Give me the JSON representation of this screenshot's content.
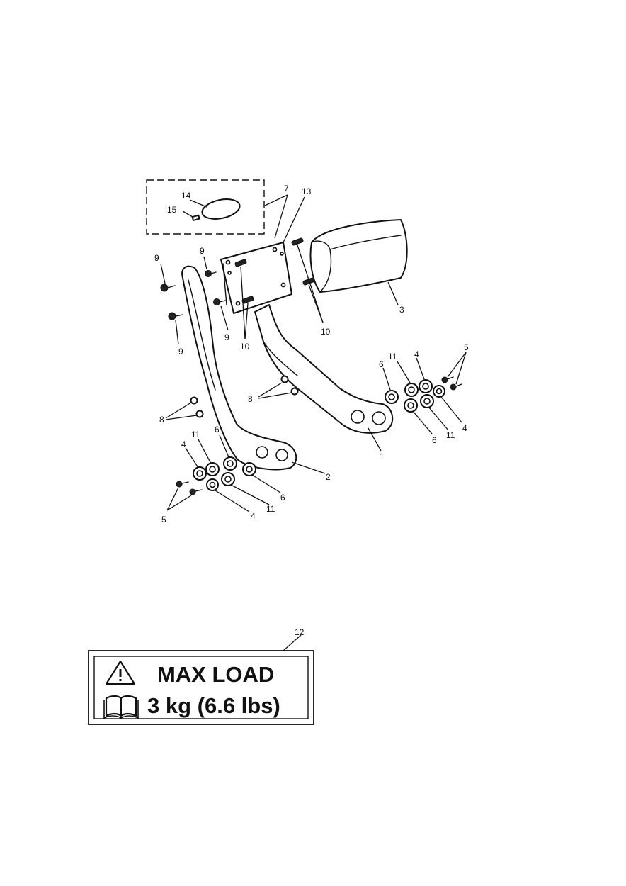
{
  "callouts": {
    "c1": "1",
    "c2": "2",
    "c3": "3",
    "c4a": "4",
    "c4b": "4",
    "c4c": "4",
    "c4d": "4",
    "c5a": "5",
    "c5b": "5",
    "c6a": "6",
    "c6b": "6",
    "c6c": "6",
    "c6d": "6",
    "c7": "7",
    "c8a": "8",
    "c8b": "8",
    "c9a": "9",
    "c9b": "9",
    "c9c": "9",
    "c9d": "9",
    "c10a": "10",
    "c10b": "10",
    "c11a": "11",
    "c11b": "11",
    "c11c": "11",
    "c11d": "11",
    "c12": "12",
    "c13": "13",
    "c14": "14",
    "c15": "15"
  },
  "decal": {
    "line1": "MAX LOAD",
    "line2": "3 kg (6.6 lbs)",
    "warning_icon": "warning-triangle-icon",
    "manual_icon": "open-book-icon"
  }
}
